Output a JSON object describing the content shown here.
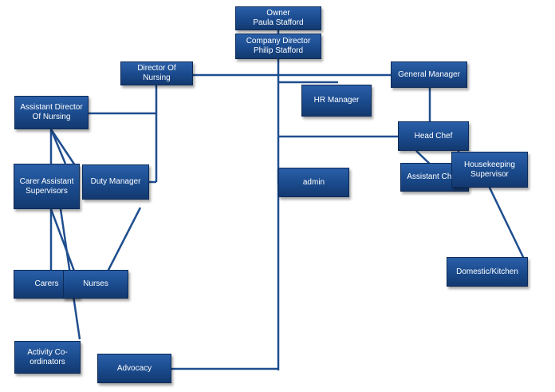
{
  "chart": {
    "owner": {
      "title": "Owner",
      "name": "Paula Stafford"
    },
    "company_director": {
      "title": "Company Director",
      "name": "Philip Stafford"
    },
    "director_of_nursing": "Director Of Nursing",
    "general_manager": "General Manager",
    "hr_manager": "HR Manager",
    "assistant_director_of_nursing": "Assistant Director Of Nursing",
    "head_chef": "Head Chef",
    "assistant_chefs": "Assistant Chefs",
    "housekeeping_supervisor": "Housekeeping Supervisor",
    "carer_assistant_supervisors": "Carer Assistant Supervisors",
    "duty_manager": "Duty Manager",
    "admin": "admin",
    "domestic_kitchen": "Domestic/Kitchen",
    "carers": "Carers",
    "nurses": "Nurses",
    "activity_coordinators": "Activity Co-ordinators",
    "advocacy": "Advocacy"
  },
  "colors": {
    "box": "#1a4a8c",
    "line": "#1f4e8f",
    "text": "#ffffff"
  }
}
